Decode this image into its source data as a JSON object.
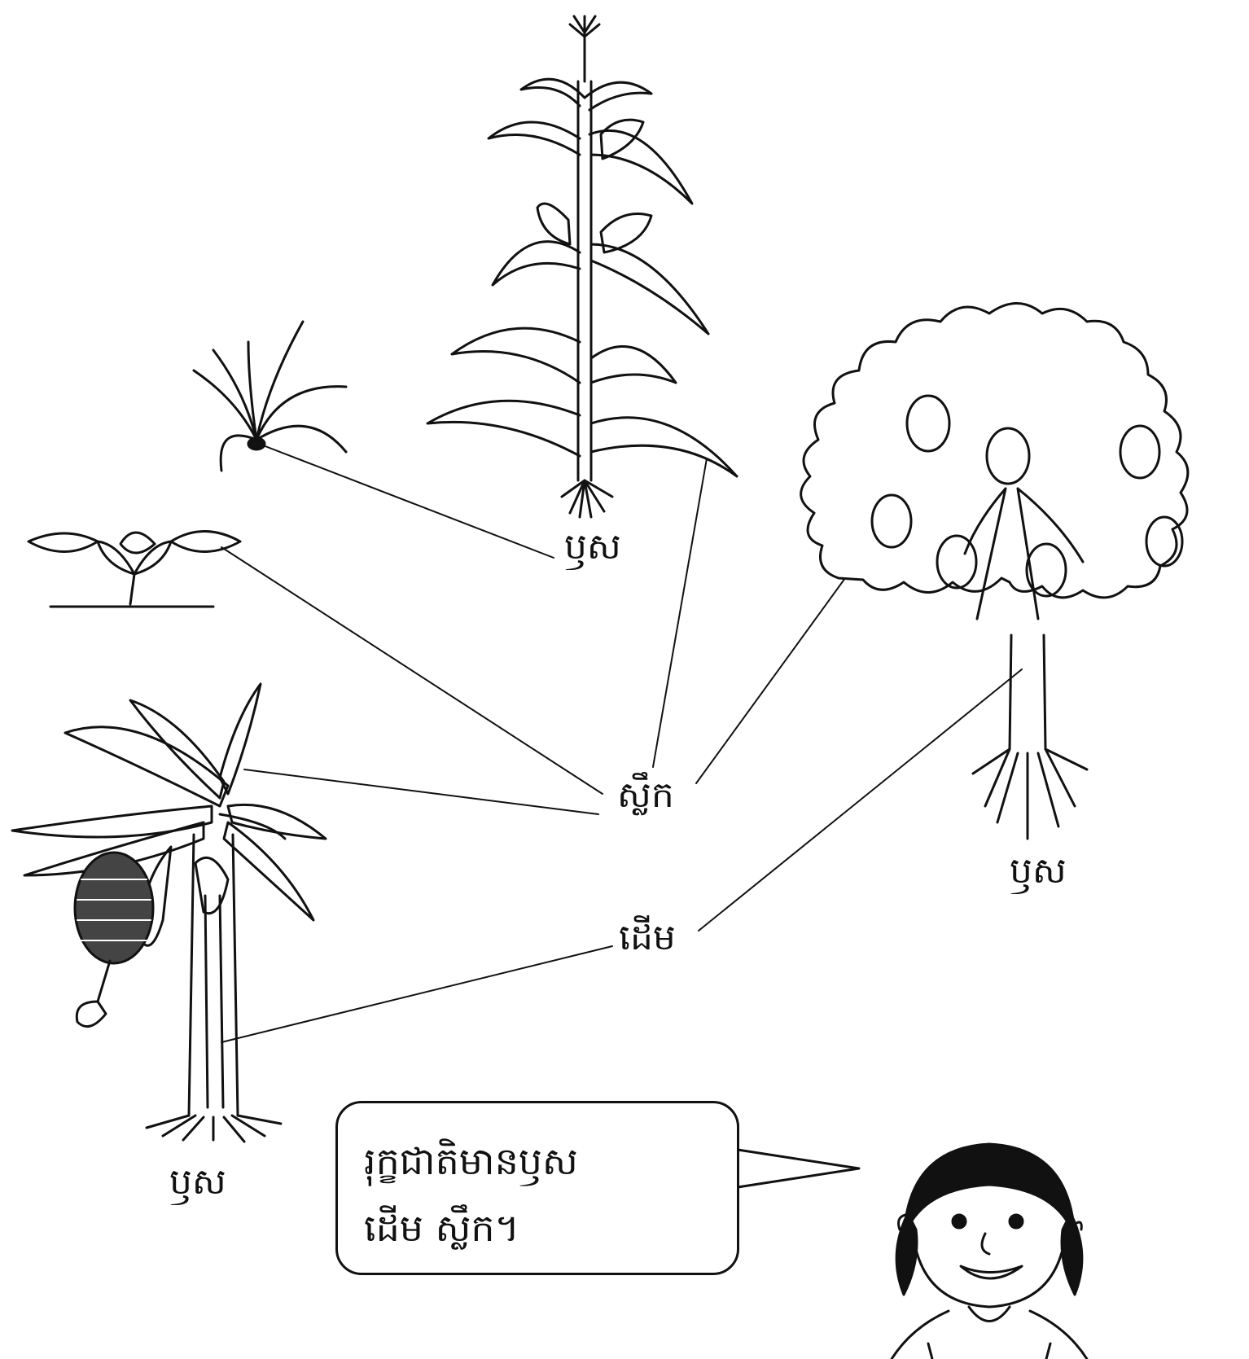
{
  "labels": {
    "corn_root": "ឫស",
    "leaf": "ស្លឹក",
    "stem": "ដើម",
    "tree_root": "ឫស",
    "banana_root": "ឫស"
  },
  "speech": {
    "line1": "រុក្ខជាតិមានឫស",
    "line2": "ដើម  ស្លឹក។"
  },
  "colors": {
    "ink": "#111111",
    "paper": "#ffffff"
  }
}
